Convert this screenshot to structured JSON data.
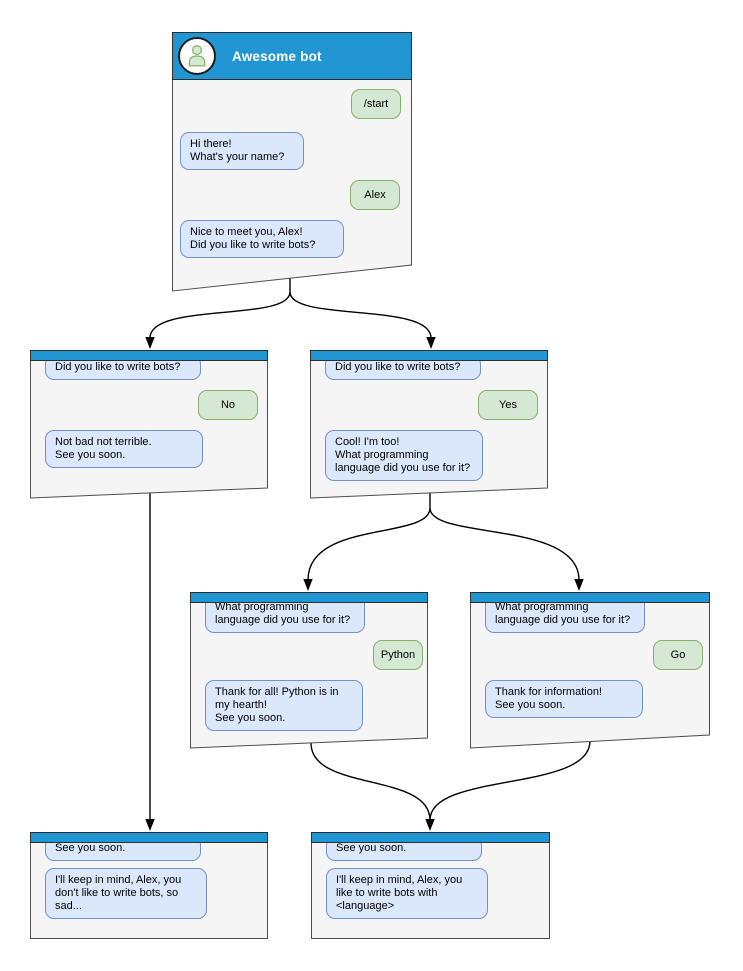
{
  "colors": {
    "header_blue": "#2196d3",
    "window_fill": "#f5f5f5",
    "window_border": "#4d4d4d",
    "bubble_blue_fill": "#dbe8fc",
    "bubble_blue_border": "#7291cc",
    "bubble_green_fill": "#d5e8d4",
    "bubble_green_border": "#82b366"
  },
  "main_window": {
    "title": "Awesome bot",
    "avatar_icon": "person-icon",
    "messages": {
      "start": "/start",
      "greeting": "Hi there!\nWhat's your name?",
      "name": "Alex",
      "nice": "Nice to meet you, Alex!\nDid you like to write bots?"
    }
  },
  "no_branch": {
    "question": "Did you like to write bots?",
    "answer": "No",
    "reply": "Not bad not terrible.\nSee you soon."
  },
  "yes_branch": {
    "question": "Did you like to write bots?",
    "answer": "Yes",
    "reply": "Cool! I'm too!\nWhat programming\nlanguage did you use for it?"
  },
  "python_branch": {
    "question": "What programming\nlanguage did you use for it?",
    "answer": "Python",
    "reply": "Thank for all! Python is in\nmy hearth!\nSee you soon."
  },
  "go_branch": {
    "question": "What programming\nlanguage did you use for it?",
    "answer": "Go",
    "reply": "Thank for information!\nSee you soon."
  },
  "end_no": {
    "question": "See you soon.",
    "reply": "I'll keep in mind, Alex, you\ndon't like to write bots, so\nsad..."
  },
  "end_yes": {
    "question": "See you soon.",
    "reply": "I'll keep in mind, Alex, you\nlike to write bots with\n<language>"
  }
}
